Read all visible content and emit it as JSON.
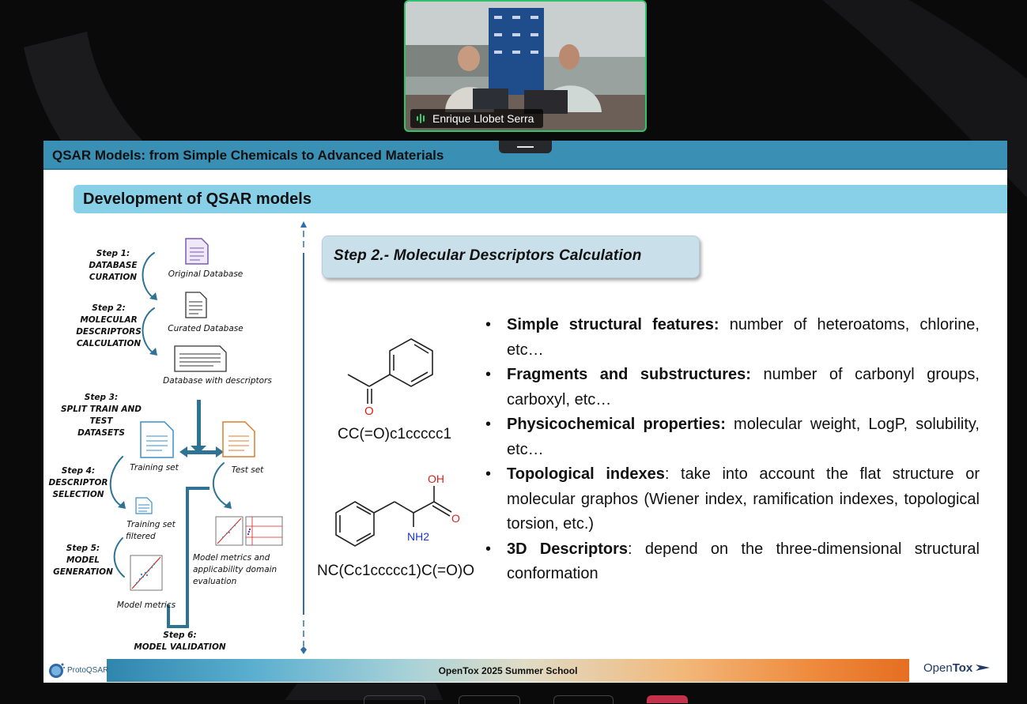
{
  "video": {
    "participant_name": "Enrique Llobet Serra"
  },
  "slide": {
    "header_title": "QSAR Models: from Simple Chemicals to Advanced Materials",
    "section_title": "Development of QSAR models",
    "step_title": "Step 2.- Molecular Descriptors Calculation",
    "flow": {
      "step1": [
        "Step 1:",
        "DATABASE",
        "CURATION"
      ],
      "step2": [
        "Step 2:",
        "MOLECULAR",
        "DESCRIPTORS",
        "CALCULATION"
      ],
      "step3": [
        "Step 3:",
        "SPLIT TRAIN AND TEST",
        "DATASETS"
      ],
      "step4": [
        "Step 4:",
        "DESCRIPTOR",
        "SELECTION"
      ],
      "step5": [
        "Step 5:",
        "MODEL",
        "GENERATION"
      ],
      "step6": [
        "Step 6:",
        "MODEL VALIDATION"
      ],
      "original_database": "Original Database",
      "curated_database": "Curated Database",
      "database_with_descriptors": "Database with descriptors",
      "training_set": "Training set",
      "test_set": "Test set",
      "training_set_filtered": [
        "Training set",
        "filtered"
      ],
      "model_metrics": "Model metrics",
      "model_metrics_ad": [
        "Model metrics and",
        "applicability domain",
        "evaluation"
      ]
    },
    "molecules": [
      {
        "smiles": "CC(=O)c1ccccc1",
        "atom_labels": [
          "O"
        ]
      },
      {
        "smiles": "NC(Cc1ccccc1)C(=O)O",
        "atom_labels": [
          "OH",
          "O",
          "NH2"
        ]
      }
    ],
    "bullets": [
      {
        "bold": "Simple structural features:",
        "text": " number of heteroatoms, chlorine, etc…"
      },
      {
        "bold": "Fragments and substructures:",
        "text": " number of carbonyl groups, carboxyl, etc…"
      },
      {
        "bold": "Physicochemical properties:",
        "text": " molecular weight, LogP, solubility, etc…"
      },
      {
        "bold": "Topological indexes",
        "text": ": take into account the flat structure or molecular graphos (Wiener index, ramification indexes, topological torsion, etc.)"
      },
      {
        "bold": "3D Descriptors",
        "text": ": depend on the three-dimensional structural conformation"
      }
    ],
    "footer": {
      "center_text": "OpenTox 2025 Summer School",
      "left_logo": "ProtoQSAR",
      "right_logo_prefix": "Open",
      "right_logo_suffix": "Tox"
    }
  },
  "colors": {
    "header": "#3a8fb5",
    "section_bar": "#87d0e8",
    "speaker_border": "#2fc46b",
    "doc_purple": "#7a5ab0",
    "doc_blue": "#3a8fc8",
    "doc_orange": "#e07d2c",
    "arrow_teal": "#2e7394",
    "atom_red": "#e0201b",
    "atom_blue": "#1a35d0"
  }
}
